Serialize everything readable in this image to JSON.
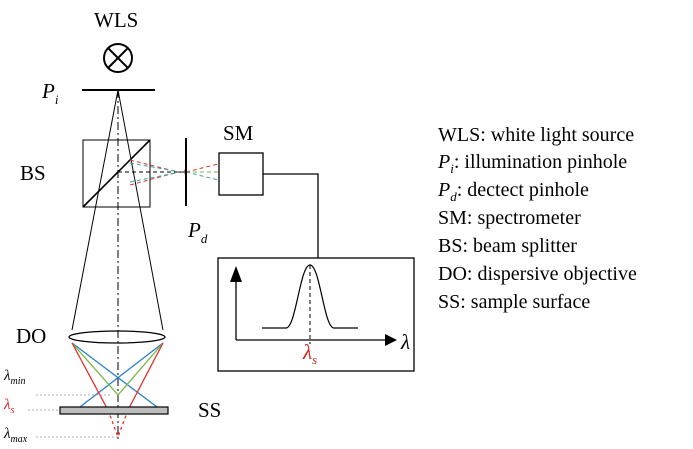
{
  "labels": {
    "wls": "WLS",
    "pi": "P",
    "pi_sub": "i",
    "bs": "BS",
    "sm": "SM",
    "pd": "P",
    "pd_sub": "d",
    "do": "DO",
    "ss": "SS",
    "lambda_min": "λ",
    "lambda_min_sub": "min",
    "lambda_s": "λ",
    "lambda_s_sub": "s",
    "lambda_max": "λ",
    "lambda_max_sub": "max",
    "spectrum_axis": "λ",
    "spectrum_peak": "λ",
    "spectrum_peak_sub": "s"
  },
  "legend": [
    {
      "abbr": "WLS",
      "text": ": white light source"
    },
    {
      "abbr": "P",
      "sub": "i",
      "text": ": illumination pinhole"
    },
    {
      "abbr": "P",
      "sub": "d",
      "text": ": dectect pinhole"
    },
    {
      "abbr": "SM",
      "text": ": spectrometer"
    },
    {
      "abbr": "BS",
      "text": ": beam splitter"
    },
    {
      "abbr": "DO",
      "text": ": dispersive objective"
    },
    {
      "abbr": "SS",
      "text": ": sample surface"
    }
  ],
  "colors": {
    "line": "#000000",
    "red": "#e0322a",
    "green": "#7ab648",
    "blue": "#2b7fc9",
    "cyan": "#3aa6a0",
    "sample": "#bdbdbd",
    "lambda_s_label": "#d11f1f"
  }
}
